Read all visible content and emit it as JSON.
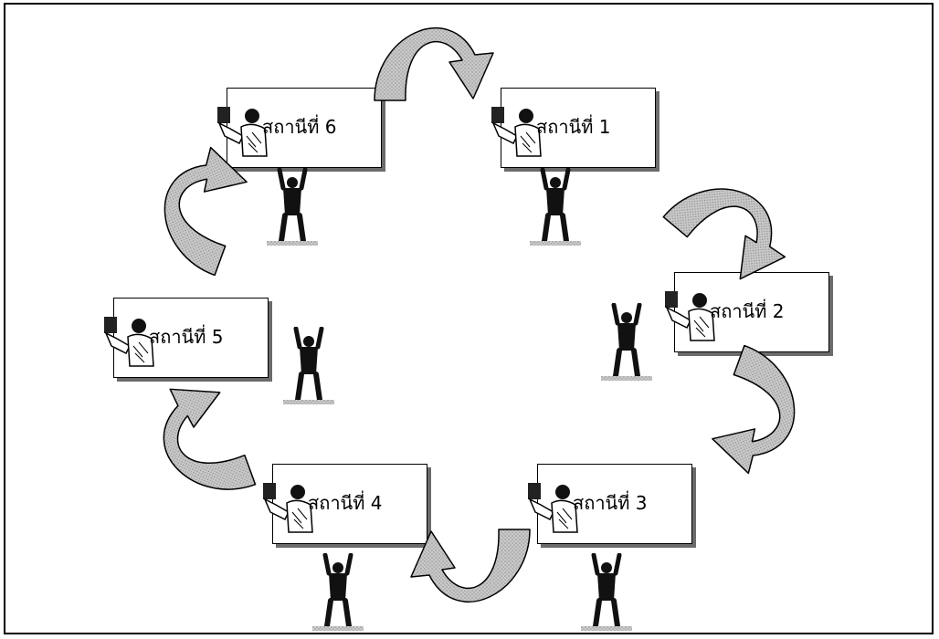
{
  "stations": [
    {
      "id": "1",
      "label": "สถานีที่ 1"
    },
    {
      "id": "2",
      "label": "สถานีที่ 2"
    },
    {
      "id": "3",
      "label": "สถานีที่ 3"
    },
    {
      "id": "4",
      "label": "สถานีที่ 4"
    },
    {
      "id": "5",
      "label": "สถานีที่ 5"
    },
    {
      "id": "6",
      "label": "สถานีที่ 6"
    }
  ],
  "colors": {
    "arrow_fill": "#b8b8b8",
    "shadow": "#6b6b6b",
    "figure": "#111111"
  },
  "icons": [
    "teacher-icon",
    "exercising-person-icon",
    "curved-arrow-icon"
  ]
}
